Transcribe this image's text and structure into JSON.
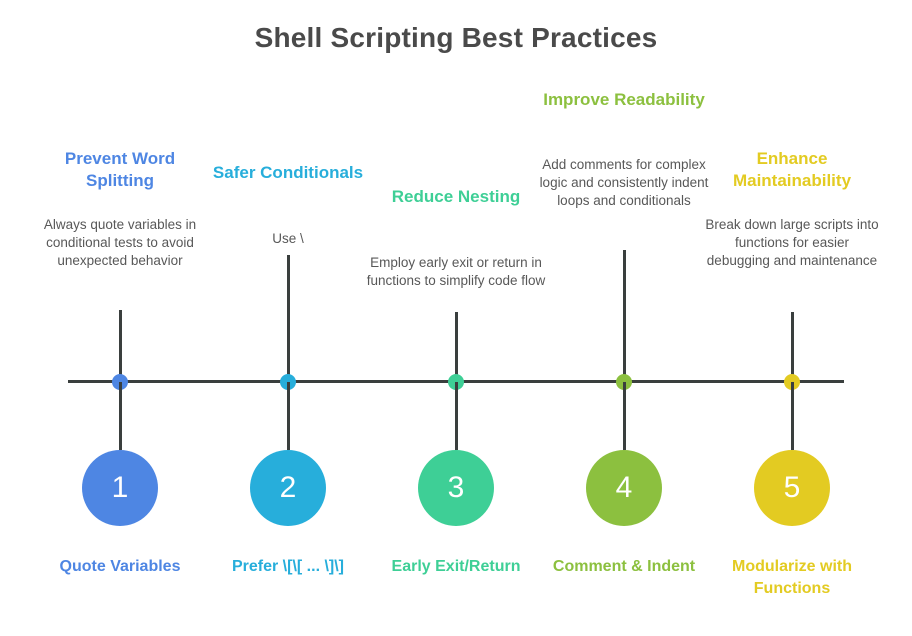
{
  "title": "Shell Scripting Best Practices",
  "theme": {
    "title_color": "#4a4a4a",
    "body_text_color": "#585858",
    "axis_color": "#3a3f3e",
    "background": "#ffffff"
  },
  "steps": [
    {
      "number": "1",
      "heading": "Prevent Word Splitting",
      "description": "Always quote variables in conditional tests to avoid unexpected behavior",
      "label": "Quote Variables",
      "color": "#4e86e3"
    },
    {
      "number": "2",
      "heading": "Safer Conditionals",
      "description": "Use \\",
      "label": "Prefer \\[\\[ ... \\]\\]",
      "color": "#27aedb"
    },
    {
      "number": "3",
      "heading": "Reduce Nesting",
      "description": "Employ early exit or return in functions to simplify code flow",
      "label": "Early Exit/Return",
      "color": "#3ecf96"
    },
    {
      "number": "4",
      "heading": "Improve Readability",
      "description": "Add comments for complex logic and consistently indent loops and conditionals",
      "label": "Comment & Indent",
      "color": "#8cc03f"
    },
    {
      "number": "5",
      "heading": "Enhance Maintainability",
      "description": "Break down large scripts into functions for easier debugging and maintenance",
      "label": "Modularize with Functions",
      "color": "#e3cb22"
    }
  ]
}
